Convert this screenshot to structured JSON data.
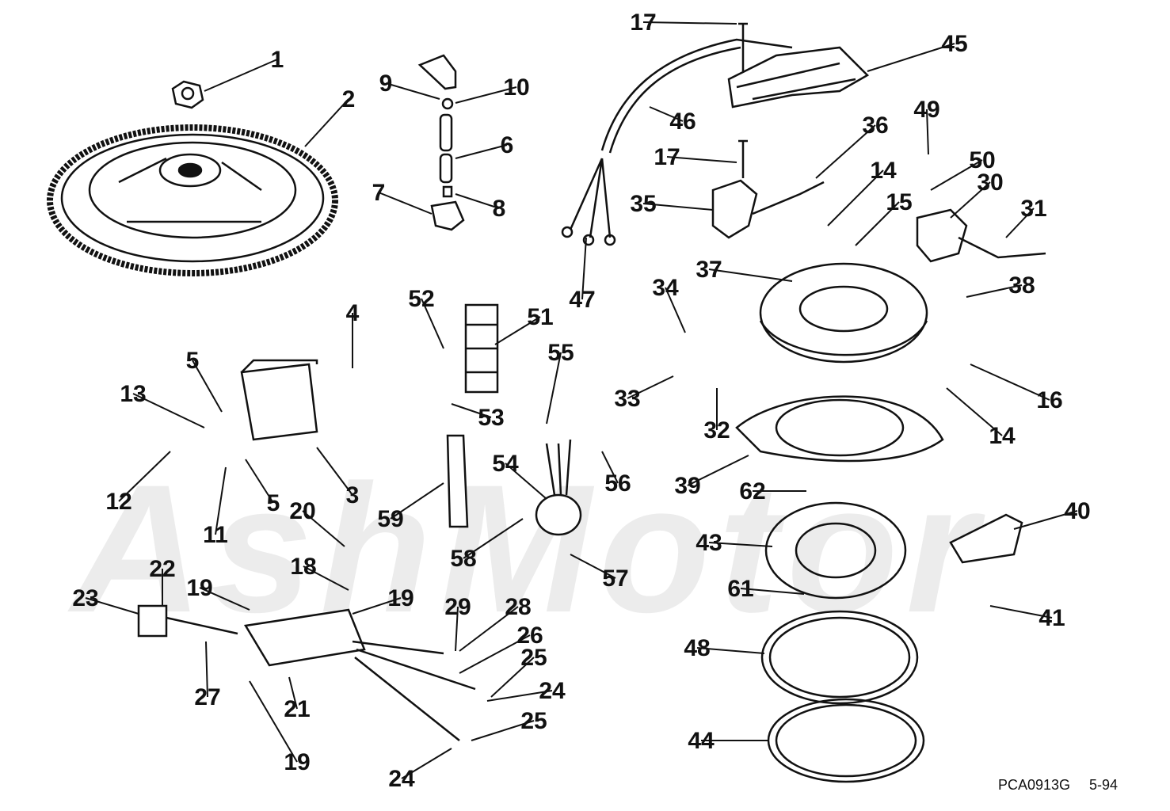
{
  "drawing": {
    "code": "PCA0913G",
    "date": "5-94",
    "watermark_text": "AshMotor",
    "callouts": [
      "1",
      "2",
      "3",
      "4",
      "5",
      "5",
      "6",
      "7",
      "8",
      "9",
      "10",
      "11",
      "12",
      "13",
      "14",
      "14",
      "15",
      "16",
      "17",
      "17",
      "18",
      "19",
      "19",
      "19",
      "20",
      "21",
      "22",
      "23",
      "24",
      "24",
      "25",
      "25",
      "26",
      "27",
      "28",
      "29",
      "30",
      "31",
      "32",
      "33",
      "34",
      "35",
      "36",
      "37",
      "38",
      "39",
      "40",
      "41",
      "43",
      "44",
      "45",
      "46",
      "47",
      "48",
      "49",
      "50",
      "51",
      "52",
      "53",
      "54",
      "55",
      "56",
      "57",
      "58",
      "59",
      "61",
      "62"
    ]
  },
  "colors": {
    "line": "#111111",
    "watermark": "#ececec",
    "background": "#ffffff"
  }
}
